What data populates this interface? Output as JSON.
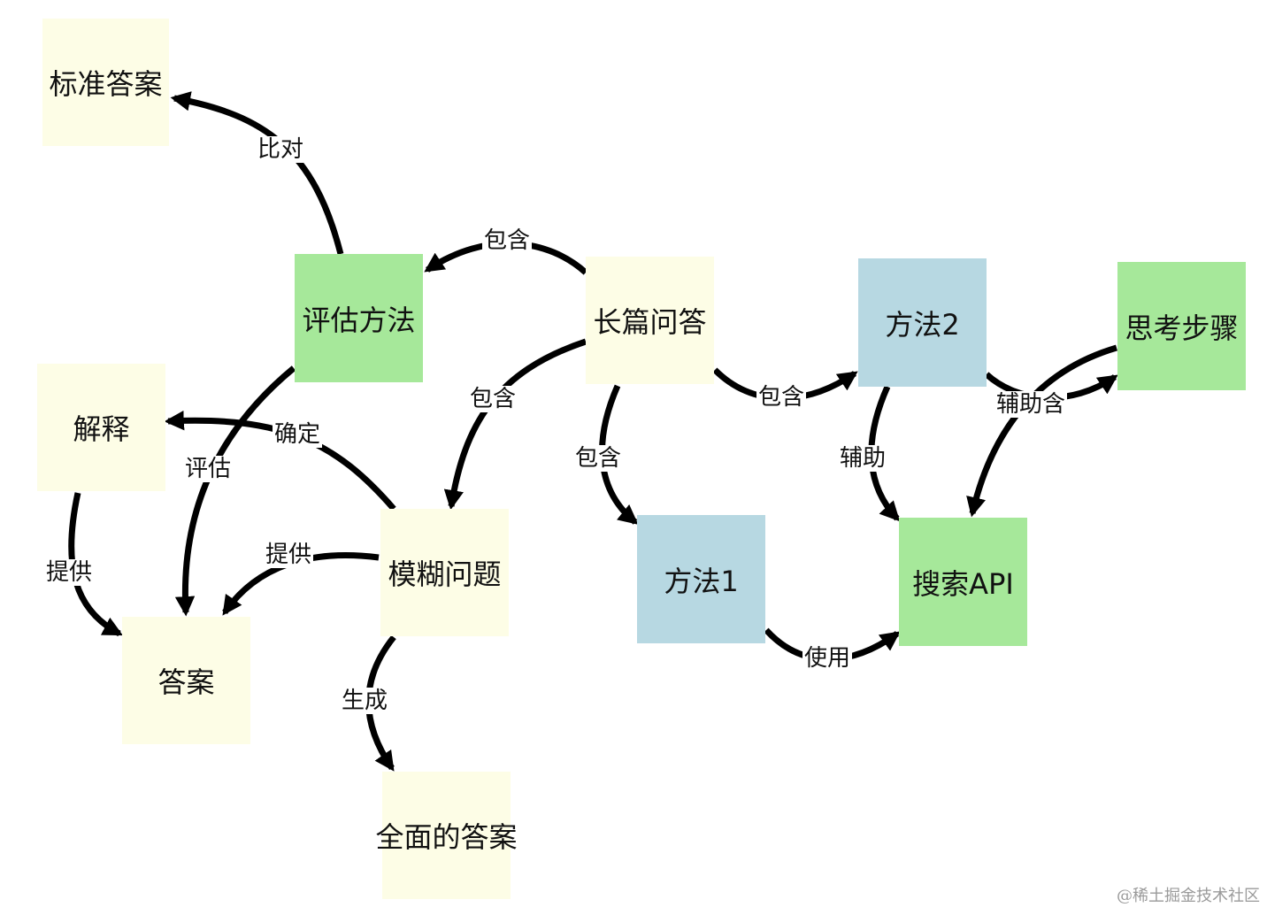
{
  "colors": {
    "yellow": "#fdfde6",
    "green": "#a6e89a",
    "blue": "#b7d8e2",
    "edge": "#000000"
  },
  "nodes": {
    "standard_answer": "标准答案",
    "eval_method": "评估方法",
    "long_qa": "长篇问答",
    "method2": "方法2",
    "thinking_steps": "思考步骤",
    "explanation": "解释",
    "fuzzy_question": "模糊问题",
    "method1": "方法1",
    "search_api": "搜索API",
    "answer": "答案",
    "complete_answer": "全面的答案"
  },
  "edges": {
    "compare": "比对",
    "contain_eval": "包含",
    "contain_fuzzy": "包含",
    "contain_method1": "包含",
    "contain_method2": "包含",
    "confirm": "确定",
    "evaluate": "评估",
    "provide_explanation": "提供",
    "provide_fuzzy": "提供",
    "generate": "生成",
    "assist": "辅助",
    "assist_contain": "辅助含",
    "use": "使用"
  },
  "watermark": "@稀土掘金技术社区"
}
